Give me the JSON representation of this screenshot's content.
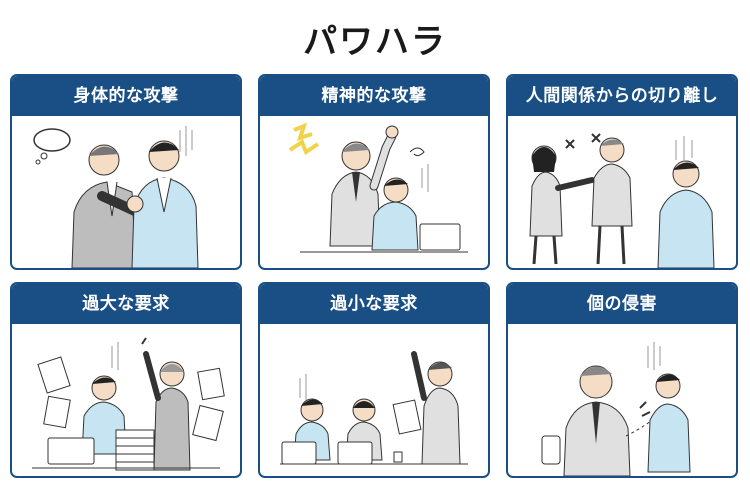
{
  "page": {
    "title": "パワハラ"
  },
  "cards": [
    {
      "label": "身体的な攻撃",
      "scene": "two-men-grabbing-icon"
    },
    {
      "label": "精神的な攻撃",
      "scene": "boss-yelling-at-worker-icon"
    },
    {
      "label": "人間関係からの切り離し",
      "scene": "excluded-colleague-icon"
    },
    {
      "label": "過大な要求",
      "scene": "overloaded-worker-icon"
    },
    {
      "label": "過小な要求",
      "scene": "underused-workers-icon"
    },
    {
      "label": "個の侵害",
      "scene": "privacy-intrusion-icon"
    }
  ],
  "colors": {
    "header": "#1a4f86",
    "suit_light": "#c7e4f2",
    "suit_gray": "#bdbdbd",
    "accent_yellow": "#f2d24a"
  }
}
